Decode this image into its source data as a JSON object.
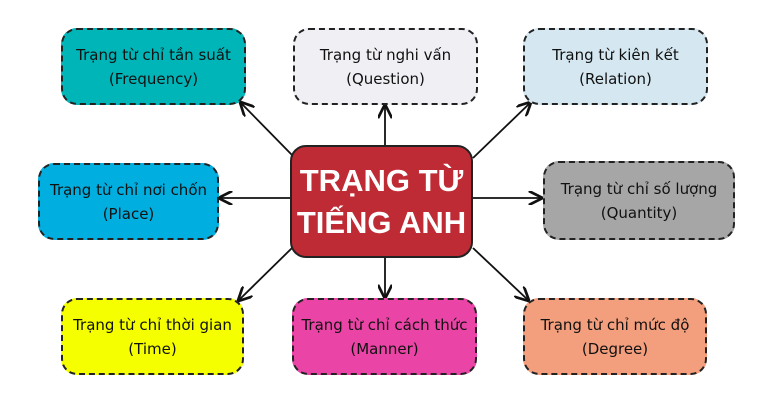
{
  "center": {
    "line1": "TRẠNG TỪ",
    "line2": "TIẾNG ANH",
    "color": "#bf2b34"
  },
  "nodes": [
    {
      "id": "frequency",
      "title": "Trạng từ chỉ tần suất",
      "sub": "(Frequency)",
      "color": "#00b5b8"
    },
    {
      "id": "question",
      "title": "Trạng từ nghi vấn",
      "sub": "(Question)",
      "color": "#f0eff4"
    },
    {
      "id": "relation",
      "title": "Trạng từ kiên kết",
      "sub": "(Relation)",
      "color": "#d5e8f1"
    },
    {
      "id": "place",
      "title": "Trạng từ chỉ nơi chốn",
      "sub": "(Place)",
      "color": "#00aedf"
    },
    {
      "id": "quantity",
      "title": "Trạng từ chỉ số lượng",
      "sub": "(Quantity)",
      "color": "#a6a6a6"
    },
    {
      "id": "time",
      "title": "Trạng từ chỉ thời gian",
      "sub": "(Time)",
      "color": "#f5ff00"
    },
    {
      "id": "manner",
      "title": "Trạng từ chỉ cách thức",
      "sub": "(Manner)",
      "color": "#e944a6"
    },
    {
      "id": "degree",
      "title": "Trạng từ chỉ mức độ",
      "sub": "(Degree)",
      "color": "#f39f7e"
    }
  ]
}
